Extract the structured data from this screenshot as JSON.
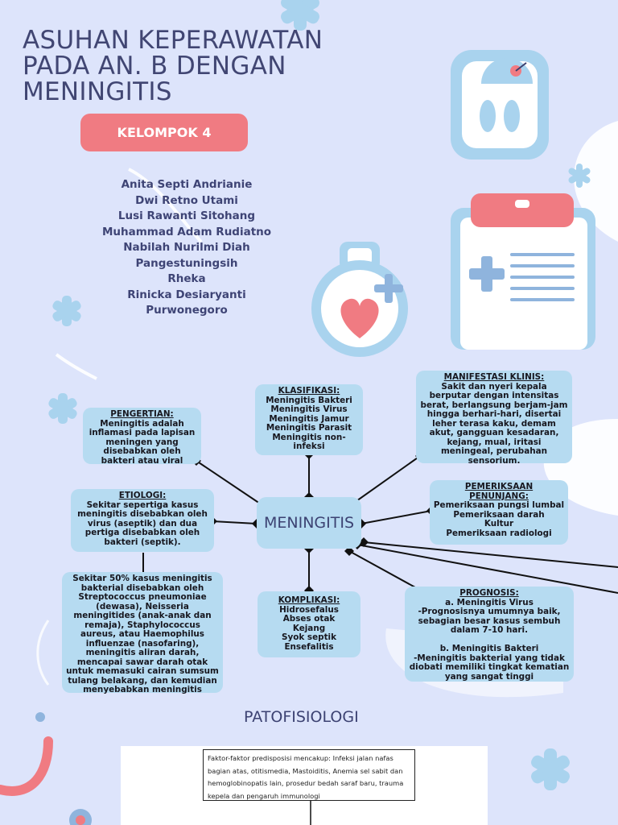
{
  "title": {
    "line1": "ASUHAN KEPERAWATAN",
    "line2": "PADA AN. B DENGAN",
    "line3": "MENINGITIS"
  },
  "group_label": "KELOMPOK 4",
  "members": [
    "Anita Septi Andrianie",
    "Dwi Retno Utami",
    "Lusi Rawanti Sitohang",
    "Muhammad Adam Rudiatno",
    "Nabilah Nurilmi Diah",
    "Pangestuningsih",
    "Rheka",
    "Rinicka Desiaryanti",
    "Purwonegoro"
  ],
  "center_label": "MENINGITIS",
  "nodes": {
    "pengertian": {
      "title": "PENGERTIAN:",
      "lines": [
        "Meningitis adalah",
        "inflamasi pada lapisan",
        "meningen yang",
        "disebabkan oleh",
        "bakteri atau viral"
      ]
    },
    "klasifikasi": {
      "title": "KLASIFIKASI:",
      "lines": [
        "Meningitis Bakteri",
        "Meningitis Virus",
        "Meningitis Jamur",
        "Meningitis Parasit",
        "Meningitis non-",
        "infeksi"
      ]
    },
    "manifestasi": {
      "title": "MANIFESTASI KLINIS:",
      "lines": [
        "Sakit dan nyeri kepala",
        "berputar dengan intensitas",
        "berat, berlangsung berjam-jam",
        "hingga berhari-hari, disertai",
        "leher terasa kaku, demam",
        "akut, gangguan kesadaran,",
        "kejang, mual, iritasi",
        "meningeal, perubahan",
        "sensorium."
      ]
    },
    "etiologi": {
      "title": "ETIOLOGI:",
      "lines": [
        "Sekitar sepertiga kasus",
        "meningitis disebabkan oleh",
        "virus (aseptik) dan dua",
        "pertiga disebabkan oleh",
        "bakteri (septik)."
      ]
    },
    "pemeriksaan": {
      "title_lines": [
        "PEMERIKSAAN",
        "PENUNJANG:"
      ],
      "lines": [
        "Pemeriksaan pungsi lumbal",
        "Pemeriksaan darah",
        "Kultur",
        "Pemeriksaan radiologi"
      ]
    },
    "etiologi_detail": {
      "lines": [
        "Sekitar 50% kasus meningitis",
        "bakterial disebabkan oleh",
        "Streptococcus pneumoniae",
        "(dewasa), Neisseria",
        "meningitides (anak-anak dan",
        "remaja), Staphylococcus",
        "aureus, atau Haemophilus",
        "influenzae (nasofaring),",
        "meningitis aliran darah,",
        "mencapai sawar darah otak",
        "untuk memasuki cairan sumsum",
        "tulang belakang, dan kemudian",
        "menyebabkan meningitis"
      ]
    },
    "komplikasi": {
      "title": "KOMPLIKASI:",
      "lines": [
        "Hidrosefalus",
        "Abses otak",
        "Kejang",
        "Syok septik",
        "Ensefalitis"
      ]
    },
    "prognosis": {
      "title": "PROGNOSIS:",
      "lines": [
        "a. Meningitis Virus",
        "-Prognosisnya umumnya baik,",
        "sebagian besar kasus sembuh",
        "dalam 7-10 hari.",
        "",
        "b. Meningitis Bakteri",
        "-Meningitis bakterial yang tidak",
        "diobati memiliki tingkat kematian",
        "yang sangat tinggi"
      ]
    }
  },
  "patofisiologi": {
    "heading": "PATOFISIOLOGI",
    "box_lines": [
      "Faktor-faktor     predisposisi mencakup: Infeksi jalan nafas",
      "bagian atas, otitismedia, Mastoiditis, Anemia sel sabit dan",
      "hemoglobinopatis lain, prosedur bedah saraf baru, trauma",
      "kepela dan pengaruh immunologi"
    ]
  },
  "colors": {
    "background": "#dde4fb",
    "accent_pink": "#f07b82",
    "node_fill": "#b6dbf1",
    "title_text": "#414673"
  }
}
